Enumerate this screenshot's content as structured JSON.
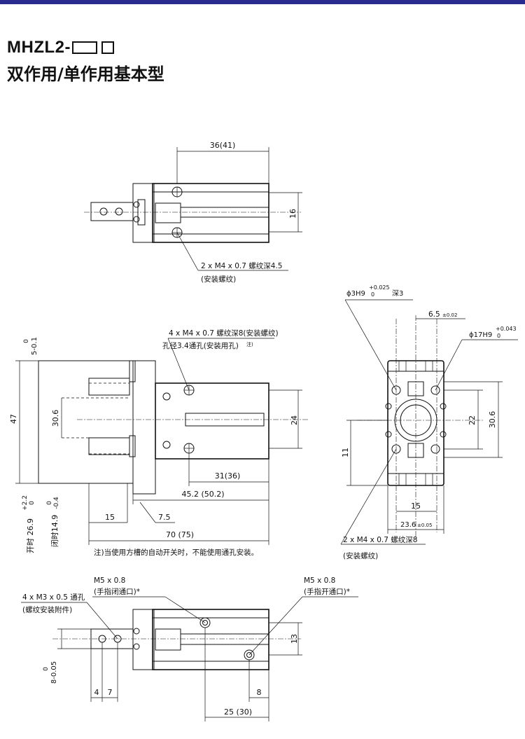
{
  "header": {
    "model": "MHZL2-",
    "subtitle": "双作用/单作用基本型"
  },
  "top_view": {
    "dim_length": "36(41)",
    "dim_width": "16",
    "callout_mount_line1": "2 x M4 x 0.7 螺纹深4.5",
    "callout_mount_line2": "(安装螺纹)"
  },
  "side_view": {
    "callout_thread": "4 x M4 x 0.7 螺纹深8(安装螺纹)",
    "callout_hole": "孔径3.4通孔(安装用孔)",
    "callout_hole_note": "注)",
    "dim_height": "47",
    "dim_inner": "30.6",
    "dim_24": "24",
    "dim_31": "31(36)",
    "dim_45": "45.2 (50.2)",
    "dim_15": "15",
    "dim_7_5": "7.5",
    "dim_70": "70 (75)",
    "tol_top_a": "0",
    "tol_top_b": "5-0.1",
    "tol_open_a": "+2.2",
    "tol_open_b": "0",
    "open_label": "开时 26.9",
    "tol_close_a": "0",
    "tol_close_b": "-0.4",
    "close_label": "闭时14.9",
    "note": "注)当使用方槽的自动开关时，不能使用通孔安装。"
  },
  "end_view": {
    "callout_pin": "ϕ3H9",
    "callout_pin_tol_a": "+0.025",
    "callout_pin_tol_b": "0",
    "callout_pin_depth": "深3",
    "dim_6_5": "6.5",
    "dim_6_5_tol": "±0.02",
    "callout_bore": "ϕ17H9",
    "callout_bore_tol_a": "+0.043",
    "callout_bore_tol_b": "0",
    "dim_22": "22",
    "dim_30_6": "30.6",
    "dim_11": "11",
    "dim_15": "15",
    "dim_23_6": "23.6",
    "dim_23_6_tol": "±0.05",
    "callout_thread_line1": "2 x M4 x 0.7 螺纹深8",
    "callout_thread_line2": "(安装螺纹)"
  },
  "bottom_view": {
    "callout_m3_line1": "4 x M3 x 0.5 通孔",
    "callout_m3_line2": "(螺纹安装附件)",
    "callout_close_line1": "M5 x 0.8",
    "callout_close_line2": "(手指闭通口)*",
    "callout_open_line1": "M5 x 0.8",
    "callout_open_line2": "(手指开通口)*",
    "dim_13": "13",
    "dim_8": "8",
    "dim_25": "25 (30)",
    "dim_4": "4",
    "dim_7": "7",
    "tol_a": "0",
    "tol_b": "8-0.05"
  }
}
